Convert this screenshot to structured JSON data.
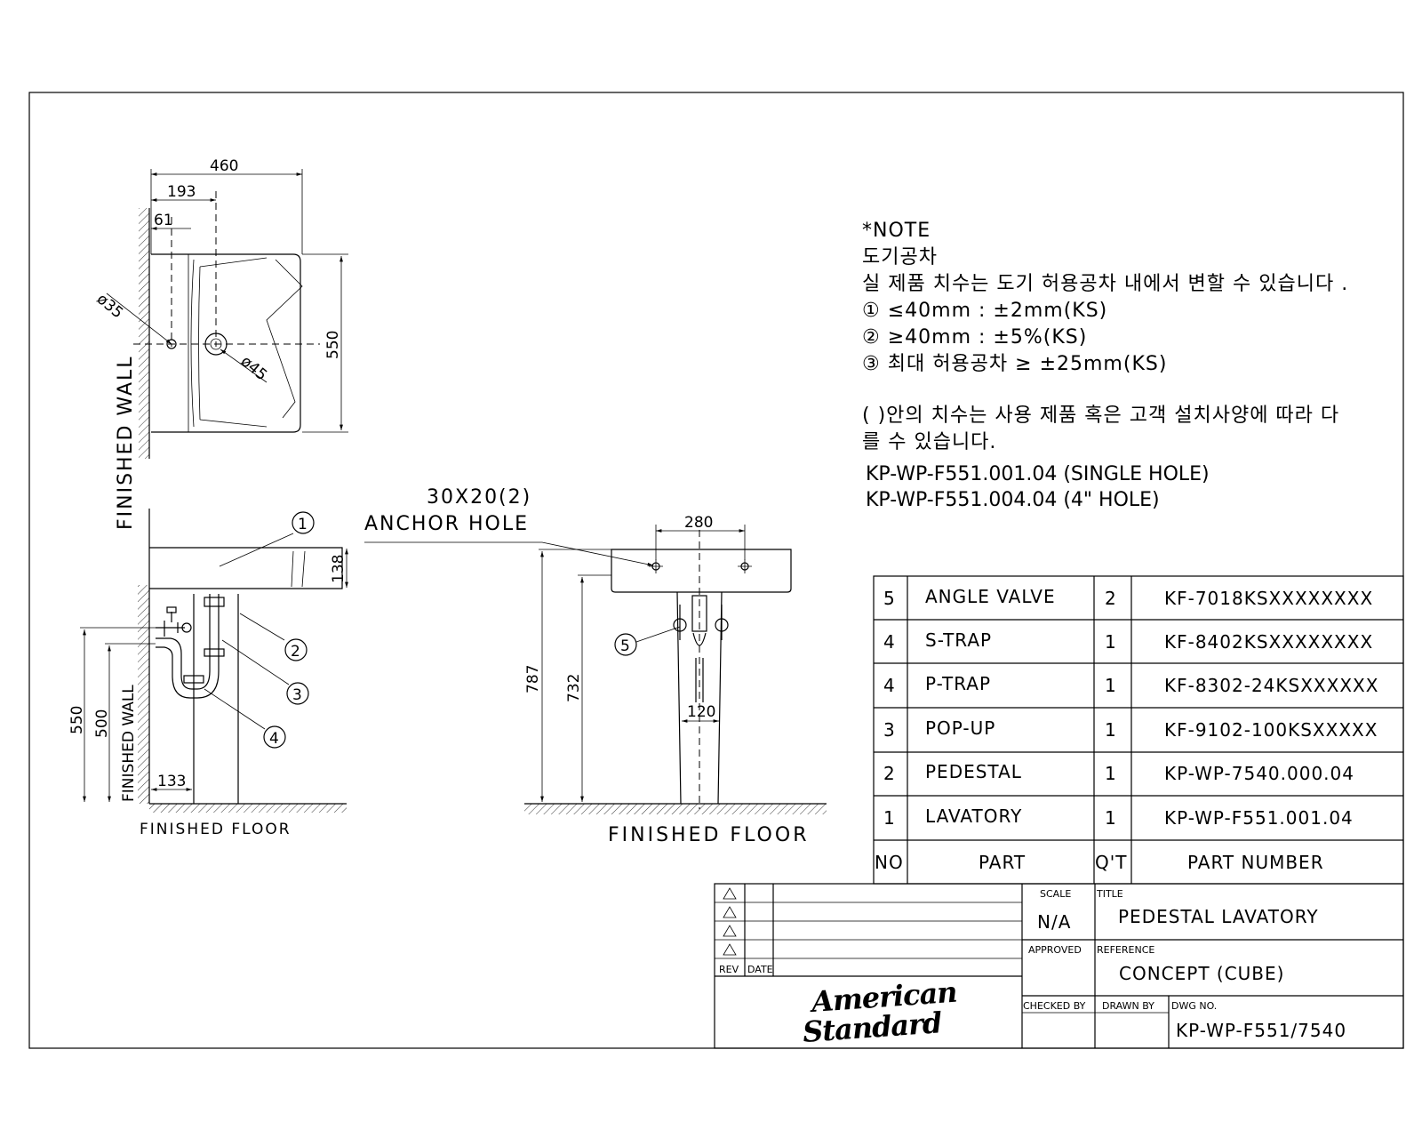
{
  "dimensions": {
    "top_width": "460",
    "top_193": "193",
    "top_61": "61",
    "dia_35": "ø35",
    "dia_45": "ø45",
    "depth_550": "550",
    "thick_138": "138",
    "side_550": "550",
    "side_500": "500",
    "side_133": "133",
    "front_280": "280",
    "front_787": "787",
    "front_732": "732",
    "front_120": "120"
  },
  "labels": {
    "finished_wall_top": "FINISHED WALL",
    "finished_wall_side": "FINISHED WALL",
    "finished_floor_left": "FINISHED FLOOR",
    "finished_floor_right": "FINISHED FLOOR",
    "anchor_size": "30X20(2)",
    "anchor_hole": "ANCHOR HOLE"
  },
  "callouts": [
    "1",
    "2",
    "3",
    "4",
    "5"
  ],
  "notes": [
    "*NOTE",
    "도기공차",
    "실 제품 치수는 도기 허용공차 내에서 변할 수 있습니다 .",
    "① ≤40mm  :  ±2mm(KS)",
    "② ≥40mm  :  ±5%(KS)",
    "③ 최대 허용공차 ≥ ±25mm(KS)",
    "(  )안의 치수는 사용 제품 혹은 고객 설치사양에 따라 다",
    "를 수 있습니다."
  ],
  "models": [
    "KP-WP-F551.001.04 (SINGLE HOLE)",
    "KP-WP-F551.004.04 (4\" HOLE)"
  ],
  "parts_table": {
    "headers": [
      "NO",
      "PART",
      "Q'T",
      "PART NUMBER"
    ],
    "rows": [
      {
        "no": "5",
        "part": "ANGLE VALVE",
        "qty": "2",
        "number": "KF-7018KSXXXXXXXX"
      },
      {
        "no": "4",
        "part": "S-TRAP",
        "qty": "1",
        "number": "KF-8402KSXXXXXXXX"
      },
      {
        "no": "4",
        "part": "P-TRAP",
        "qty": "1",
        "number": "KF-8302-24KSXXXXXX"
      },
      {
        "no": "3",
        "part": "POP-UP",
        "qty": "1",
        "number": "KF-9102-100KSXXXXX"
      },
      {
        "no": "2",
        "part": "PEDESTAL",
        "qty": "1",
        "number": "KP-WP-7540.000.04"
      },
      {
        "no": "1",
        "part": "LAVATORY",
        "qty": "1",
        "number": "KP-WP-F551.001.04"
      }
    ]
  },
  "title_block": {
    "rev_label": "REV",
    "date_label": "DATE",
    "scale_label": "SCALE",
    "scale_value": "N/A",
    "approved_label": "APPROVED",
    "title_label": "TITLE",
    "title_value": "PEDESTAL LAVATORY",
    "reference_label": "REFERENCE",
    "reference_value": "CONCEPT (CUBE)",
    "checked_label": "CHECKED BY",
    "drawn_label": "DRAWN BY",
    "dwg_label": "DWG NO.",
    "dwg_value": "KP-WP-F551/7540",
    "logo_line1": "American",
    "logo_line2": "Standard"
  }
}
